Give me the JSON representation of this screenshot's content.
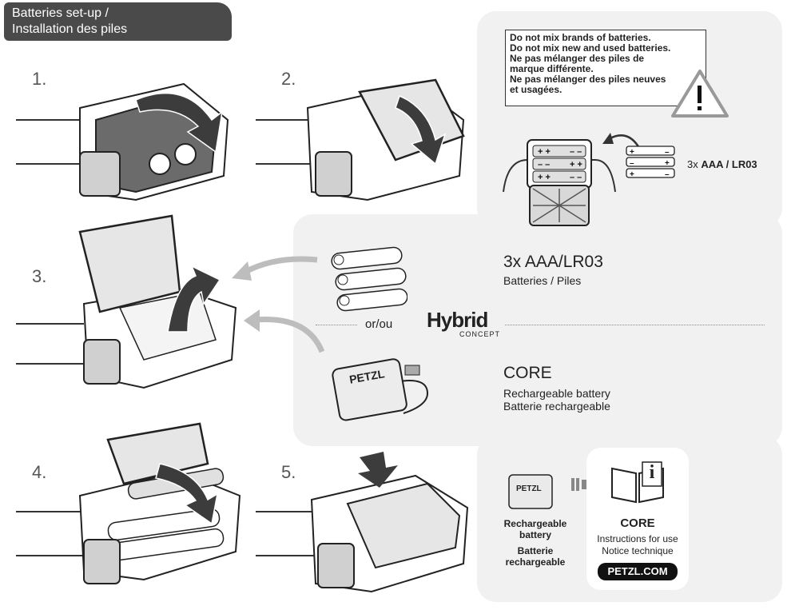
{
  "title": {
    "line1": "Batteries set-up /",
    "line2": "Installation des piles"
  },
  "steps": [
    "1.",
    "2.",
    "3.",
    "4.",
    "5."
  ],
  "warning": {
    "lines": [
      "Do not mix brands of batteries.",
      "Do not mix new and used batteries.",
      "Ne pas mélanger des piles de",
      "marque différente.",
      "Ne pas mélanger des piles neuves",
      "et usagées."
    ]
  },
  "battery_spec": {
    "qty": "3x",
    "type": "AAA / LR03"
  },
  "aaa": {
    "title": "3x AAA/LR03",
    "subtitle": "Batteries / Piles"
  },
  "or_label": "or/ou",
  "hybrid": {
    "logo": "Hybrid",
    "concept": "CONCEPT"
  },
  "core": {
    "title": "CORE",
    "line1": "Rechargeable battery",
    "line2": "Batterie rechargeable",
    "brand": "PETZL"
  },
  "bottom": {
    "rech1": "Rechargeable",
    "rech2": "battery",
    "batt1": "Batterie",
    "batt2": "rechargeable",
    "book_title": "CORE",
    "instr1": "Instructions for use",
    "instr2": "Notice technique",
    "url": "PETZL.COM",
    "brand": "PETZL",
    "info_glyph": "i"
  },
  "colors": {
    "panel": "#f1f1f1",
    "title_bg": "#4a4a4a",
    "arrow": "#3c3c3c",
    "headlamp_dark": "#6b6b6b"
  }
}
